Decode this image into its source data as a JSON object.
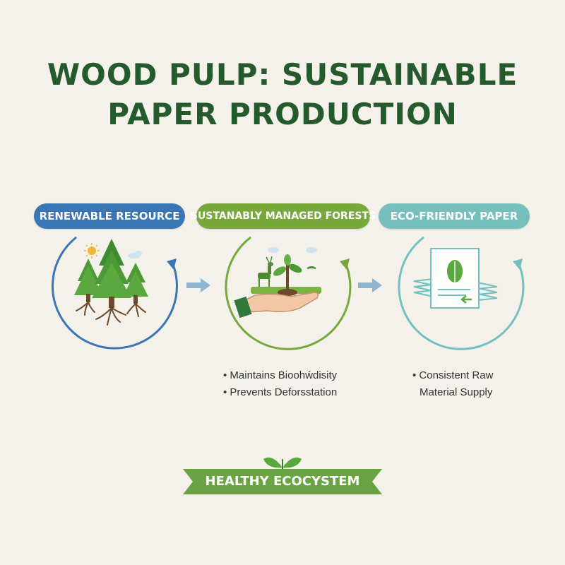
{
  "title": {
    "line1": "WOOD PULP: SUSTAINABLE",
    "line2": "PAPER PRODUCTION"
  },
  "stages": [
    {
      "label": "RENEWABLE RESOURCE",
      "color": "#3a75b5",
      "icon": "pine-trees-icon"
    },
    {
      "label": "SUSTANABLY MANAGED FORESTS",
      "color": "#78a83c",
      "icon": "hand-holding-seedling-icon"
    },
    {
      "label": "ECO-FRIENDLY PAPER",
      "color": "#75c0bd",
      "icon": "paper-stack-leaf-icon"
    }
  ],
  "benefits_forests": [
    "• Maintains Bioohẃdisity",
    "• Prevents Deforsstation"
  ],
  "benefits_paper": {
    "line1": "• Consistent Raw",
    "line2": "Material Supply"
  },
  "banner": {
    "label": "HEALTHY ECOCYSTEM",
    "color": "#6aa343",
    "icon": "leaf-sprout-icon"
  },
  "colors": {
    "title": "#245a2c",
    "background": "#f3f1ea",
    "arrow": "#8fb5cf"
  }
}
